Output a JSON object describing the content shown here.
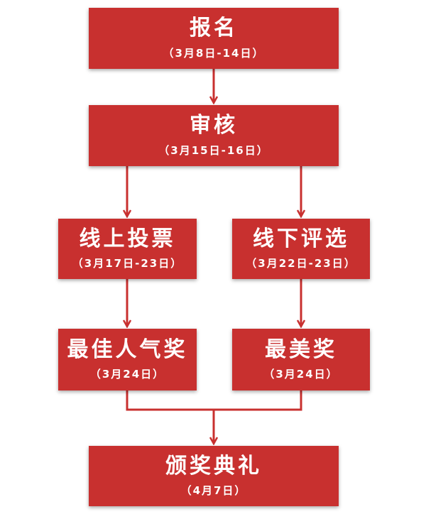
{
  "steps": {
    "signup": {
      "title": "报名",
      "date": "（3月8日-14日）"
    },
    "review": {
      "title": "审核",
      "date": "（3月15日-16日）"
    },
    "online_vote": {
      "title": "线上投票",
      "date": "（3月17日-23日）"
    },
    "offline_review": {
      "title": "线下评选",
      "date": "（3月22日-23日）"
    },
    "popular_award": {
      "title": "最佳人气奖",
      "date": "（3月24日）"
    },
    "beauty_award": {
      "title": "最美奖",
      "date": "（3月24日）"
    },
    "ceremony": {
      "title": "颁奖典礼",
      "date": "（4月7日）"
    }
  },
  "colors": {
    "box": "#c8302f",
    "line": "#c8302f",
    "text": "#ffffff"
  }
}
